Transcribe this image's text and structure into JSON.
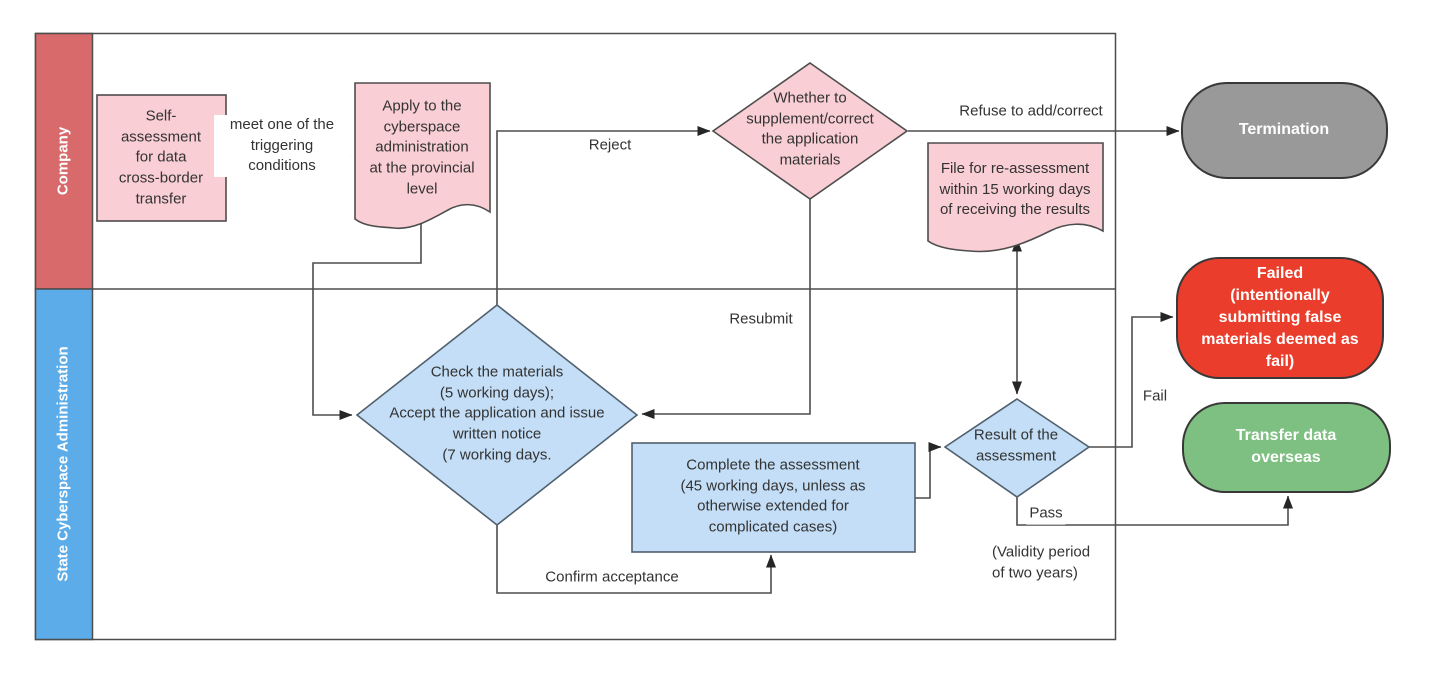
{
  "colors": {
    "shape_border": "#4d4d4d",
    "blue_border": "#50606e",
    "terminator_border": "#383838",
    "text": "#333333",
    "pink_fill": "#f9ced4",
    "blue_fill": "#c3def6",
    "lane_company": "#d96a6b",
    "lane_admin": "#5bace9",
    "terminator_gray": "#999999",
    "failed_red": "#ea3d2c",
    "transfer_green": "#7ec081"
  },
  "lanes": [
    {
      "label": "Company"
    },
    {
      "label": "State Cyberspace Administration"
    }
  ],
  "nodes": {
    "self_assessment": {
      "text": "Self-\nassessment\nfor data\ncross-border\ntransfer"
    },
    "apply_provincial": {
      "text": "Apply to the\ncyberspace\nadministration\nat the provincial\nlevel"
    },
    "whether_supplement": {
      "text": "Whether to\nsupplement/correct\nthe application\nmaterials"
    },
    "termination": {
      "text": "Termination"
    },
    "file_reassessment": {
      "text": "File for re-assessment\nwithin 15 working days\nof receiving the results"
    },
    "failed": {
      "text": "Failed\n(intentionally\nsubmitting false\nmaterials deemed as\nfail)"
    },
    "transfer_overseas": {
      "text": "Transfer data\noverseas"
    },
    "check_materials": {
      "text": "Check the materials\n(5 working days);\nAccept the  application and issue\nwritten notice\n(7 working days."
    },
    "complete_assessment": {
      "text": "Complete the assessment\n(45 working days, unless as\notherwise extended for\ncomplicated cases)"
    },
    "result_assessment": {
      "text": "Result of the\nassessment"
    }
  },
  "edge_labels": {
    "trigger": "meet one of the\ntriggering\nconditions",
    "reject": "Reject",
    "resubmit": "Resubmit",
    "refuse": "Refuse to add/correct",
    "fail": "Fail",
    "pass": "Pass",
    "validity": "(Validity period\nof two years)",
    "confirm": "Confirm acceptance"
  }
}
